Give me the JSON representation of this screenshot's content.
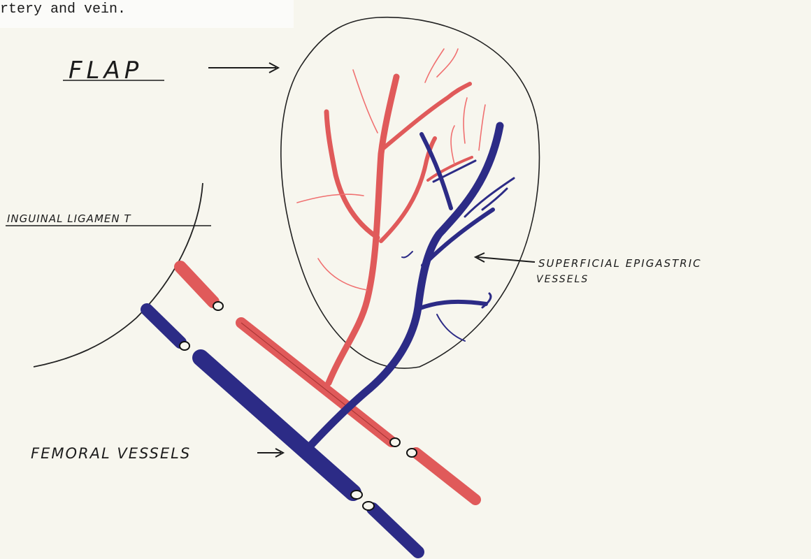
{
  "caption": "rtery and vein.",
  "labels": {
    "flap": "FLAP",
    "inguinal_ligament": "INGUINAL LIGAMEN T",
    "superficial_epigastric_line1": "SUPERFICIAL EPIGASTRIC",
    "superficial_epigastric_line2": "VESSELS",
    "femoral_vessels": "FEMORAL VESSELS"
  },
  "colors": {
    "artery": "#e05a5a",
    "vein": "#2c2b86",
    "ink": "#1c1c1c",
    "paper": "#f7f6ee"
  }
}
